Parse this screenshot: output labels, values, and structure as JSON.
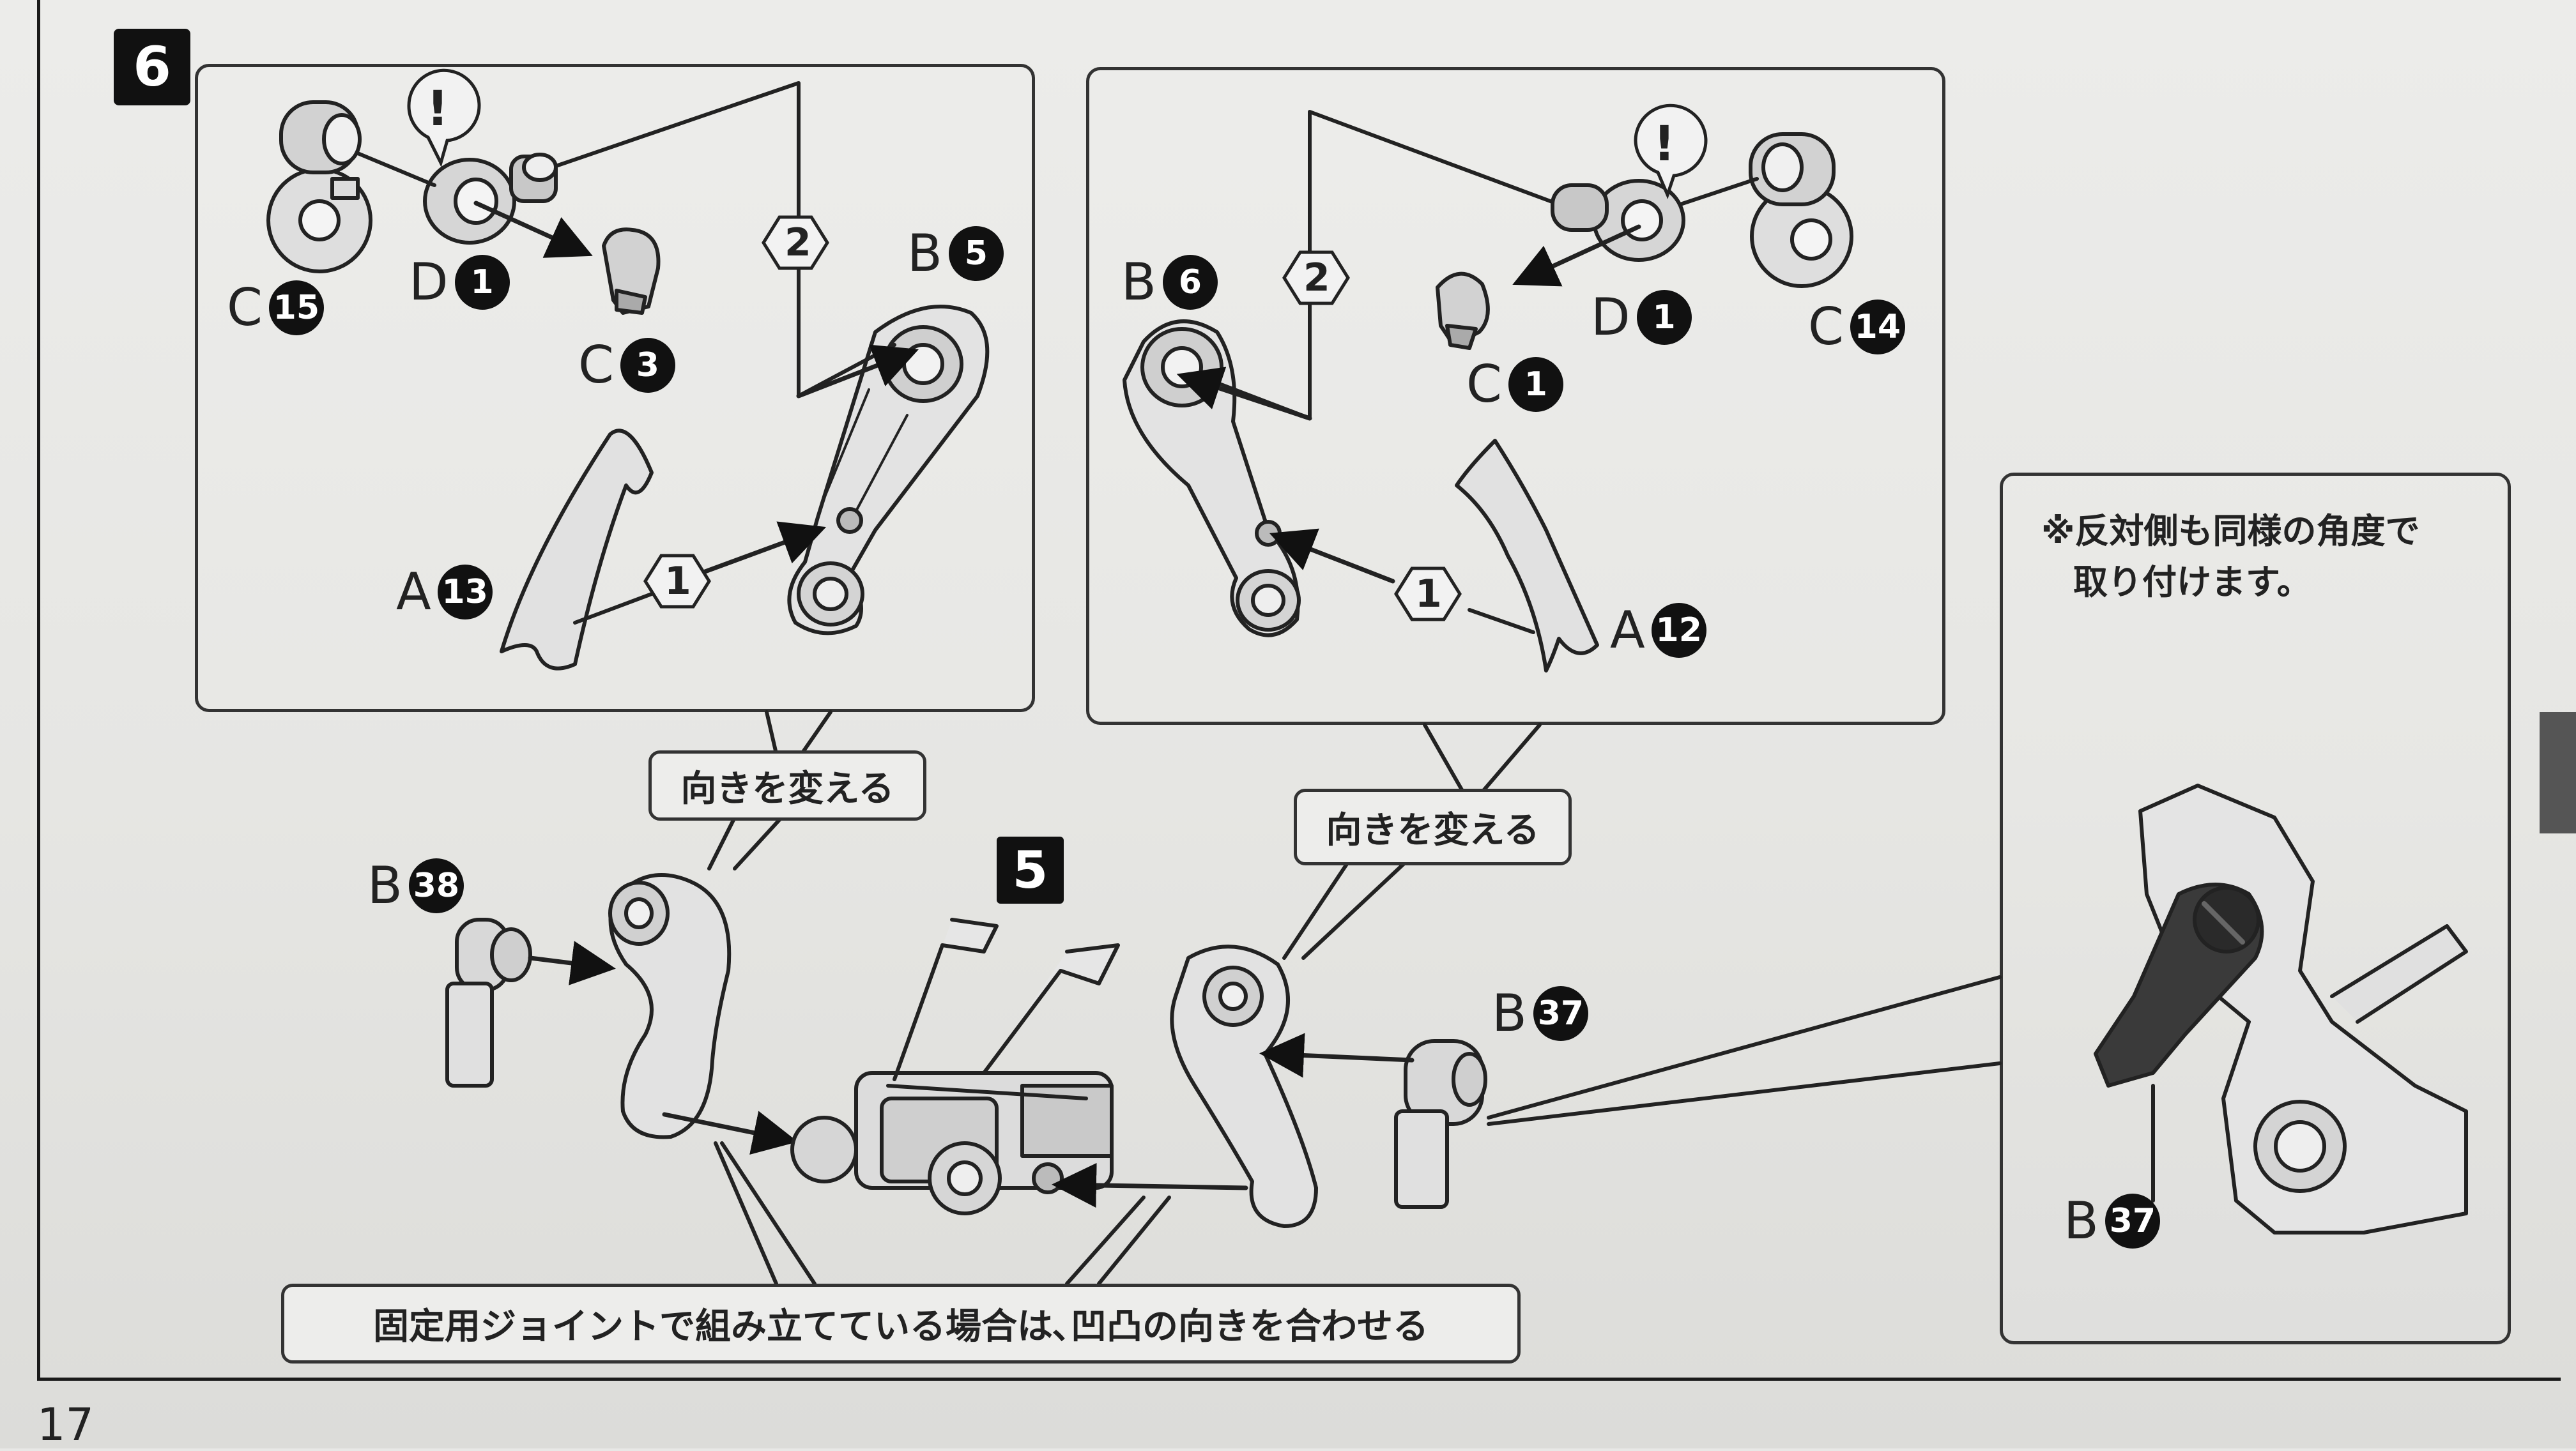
{
  "step": {
    "number": "6"
  },
  "sub_step": {
    "number": "5"
  },
  "page": {
    "number": "17"
  },
  "callouts": {
    "turn_left": "向きを変える",
    "turn_right": "向きを変える",
    "bottom_note": "固定用ジョイントで組み立てている場合は､凹凸の向きを合わせる"
  },
  "note_box": {
    "line1": "※反対側も同様の角度で",
    "line2": "取り付けます。"
  },
  "markers": {
    "warning": "!",
    "order_1": "1",
    "order_2": "2"
  },
  "parts": {
    "left_panel": [
      {
        "letter": "C",
        "number": "15"
      },
      {
        "letter": "D",
        "number": "1"
      },
      {
        "letter": "C",
        "number": "3"
      },
      {
        "letter": "B",
        "number": "5"
      },
      {
        "letter": "A",
        "number": "13"
      }
    ],
    "right_panel": [
      {
        "letter": "B",
        "number": "6"
      },
      {
        "letter": "D",
        "number": "1"
      },
      {
        "letter": "C",
        "number": "1"
      },
      {
        "letter": "C",
        "number": "14"
      },
      {
        "letter": "A",
        "number": "12"
      }
    ],
    "assembly": [
      {
        "letter": "B",
        "number": "38"
      },
      {
        "letter": "B",
        "number": "37"
      }
    ],
    "detail": [
      {
        "letter": "B",
        "number": "37"
      }
    ]
  }
}
